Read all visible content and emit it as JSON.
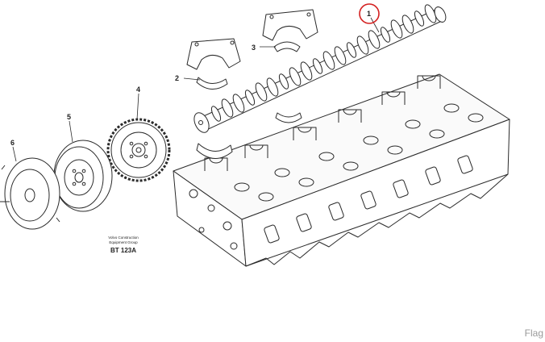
{
  "callouts": {
    "camshaft": "1",
    "lower_bearing_shell": "2",
    "upper_bearing_shell": "3",
    "timing_gear": "4",
    "vibration_damper": "5",
    "flywheel_plate": "6"
  },
  "caption": {
    "line1": "Volvo Construction",
    "line2": "Equipment Group",
    "code": "BT 123A"
  },
  "watermark": "Flag",
  "colors": {
    "line": "#2a2a2a",
    "highlight_circle": "#d42020",
    "background": "#ffffff"
  }
}
